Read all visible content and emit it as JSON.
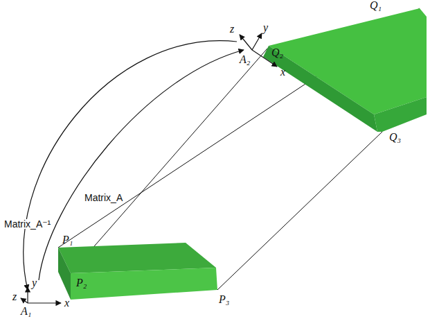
{
  "diagram": {
    "labels": [
      "Q₁",
      "Q₂",
      "Q₃",
      "z",
      "y",
      "A₂",
      "x",
      "Matrix_A⁻¹",
      "Matrix_A",
      "P₁",
      "P₂",
      "P₃",
      "z",
      "y",
      "x",
      "A₁"
    ]
  }
}
